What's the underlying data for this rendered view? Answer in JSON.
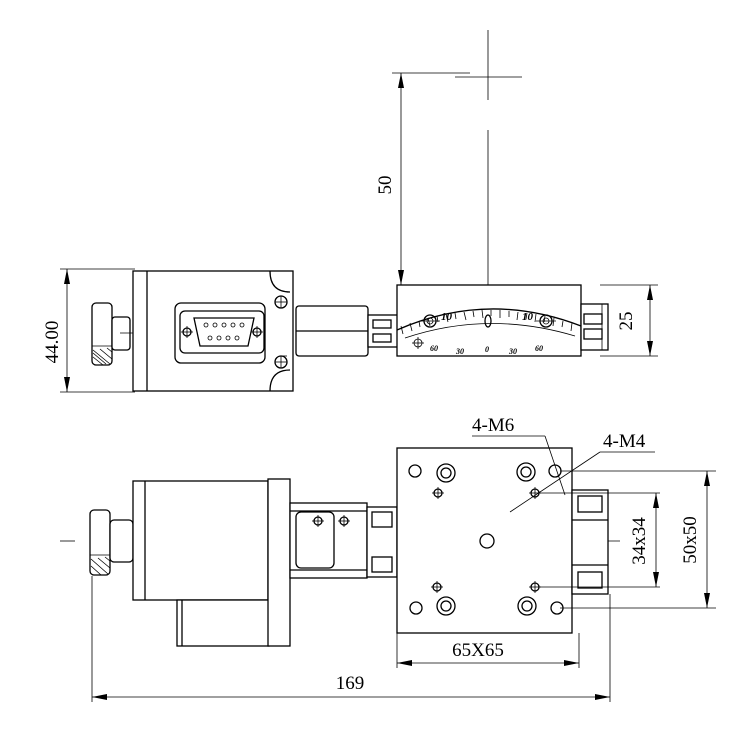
{
  "labels": {
    "dim_50": "50",
    "dim_44": "44.00",
    "dim_25": "25",
    "m6": "4-M6",
    "m4": "4-M4",
    "dim_34x34": "34x34",
    "dim_50x50": "50x50",
    "dim_65x65": "65X65",
    "dim_169": "169"
  },
  "scale": {
    "upper": [
      "10",
      "0",
      "10"
    ],
    "lower": [
      "60",
      "30",
      "0",
      "30",
      "60"
    ]
  }
}
